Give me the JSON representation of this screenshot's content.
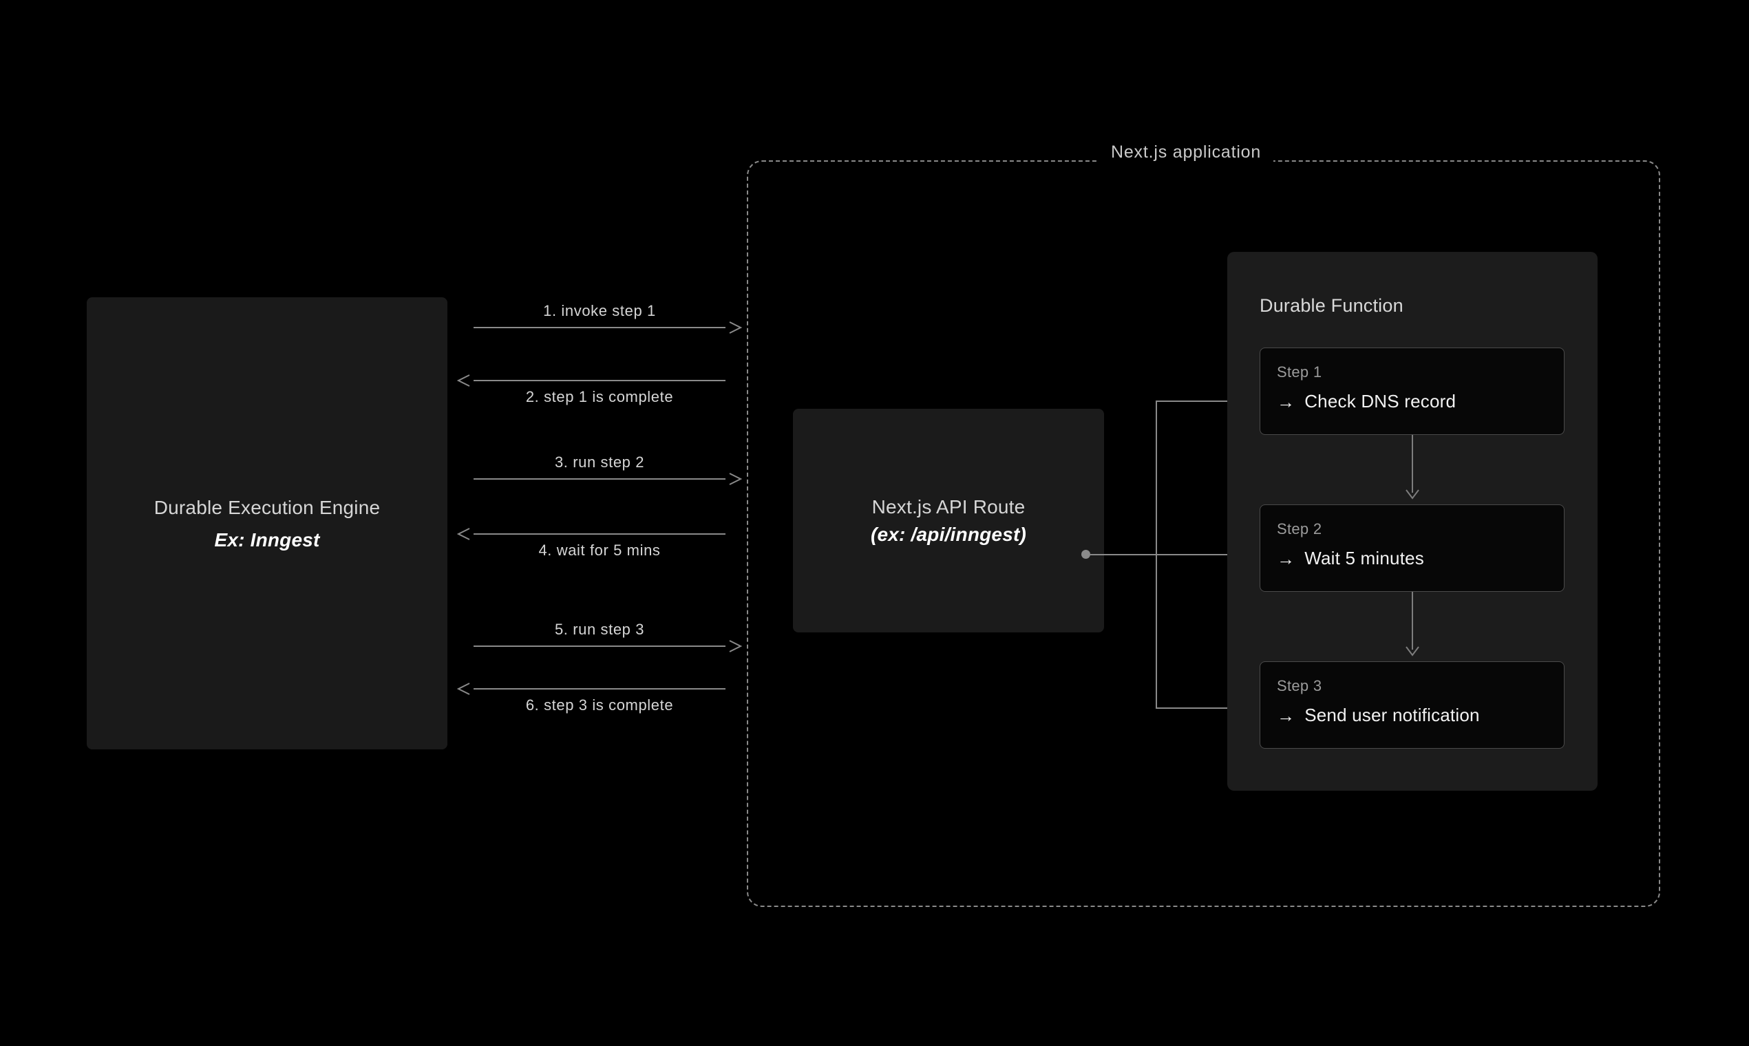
{
  "diagram": {
    "colors": {
      "background": "#000000",
      "panel": "#1a1a1a",
      "panel_alt": "#1c1c1c",
      "step_fill": "#070707",
      "stroke": "#8a8a8a",
      "step_border": "#4a4a4a",
      "text_primary": "#f2f2f2",
      "text_secondary": "#d6d6d6",
      "text_muted": "#9b9b9b"
    }
  },
  "engine": {
    "title": "Durable Execution Engine",
    "subtitle": "Ex: Inngest"
  },
  "sequence": {
    "messages": [
      {
        "index": "1",
        "label": "1.  invoke step 1",
        "direction": "right",
        "position": "above"
      },
      {
        "index": "2",
        "label": "2.  step 1 is complete",
        "direction": "left",
        "position": "below"
      },
      {
        "index": "3",
        "label": "3.  run step 2",
        "direction": "right",
        "position": "above"
      },
      {
        "index": "4",
        "label": "4.  wait for 5 mins",
        "direction": "left",
        "position": "below"
      },
      {
        "index": "5",
        "label": "5.  run step 3",
        "direction": "right",
        "position": "above"
      },
      {
        "index": "6",
        "label": "6.  step 3 is complete",
        "direction": "left",
        "position": "below"
      }
    ]
  },
  "application": {
    "title": "Next.js application",
    "api_route": {
      "title": "Next.js API Route",
      "subtitle": "(ex: /api/inngest)"
    },
    "durable_function": {
      "title": "Durable Function",
      "steps": [
        {
          "kicker": "Step 1",
          "arrow": "→",
          "body": "Check DNS record"
        },
        {
          "kicker": "Step 2",
          "arrow": "→",
          "body": "Wait 5 minutes"
        },
        {
          "kicker": "Step 3",
          "arrow": "→",
          "body": "Send user notification"
        }
      ]
    }
  }
}
